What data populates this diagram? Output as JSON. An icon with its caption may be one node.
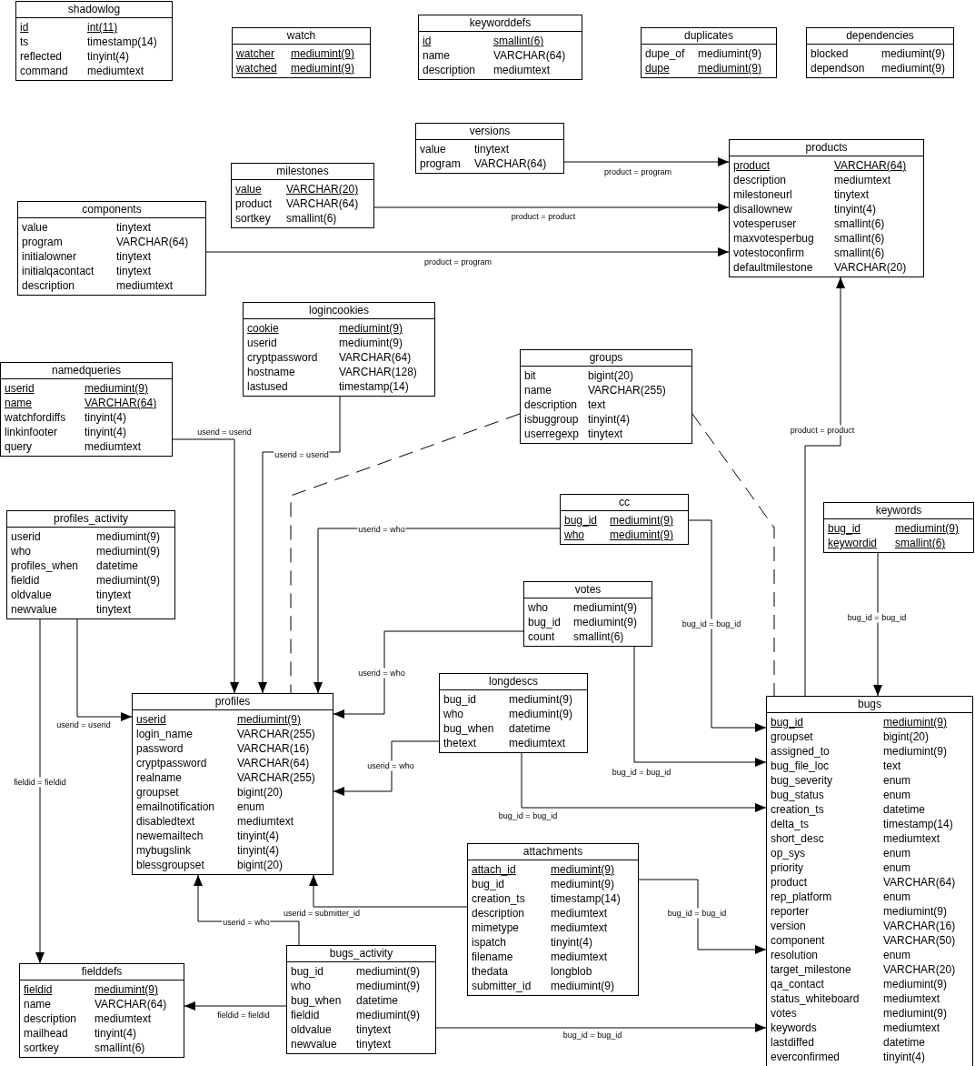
{
  "diagram": {
    "nodes": [
      {
        "text": [
          "shadowlog",
          "id",
          "int(11)",
          "ts",
          "timestamp(14)",
          "reflected",
          "tinyint(4)",
          "command",
          "mediumtext"
        ]
      },
      {
        "text": [
          "watch",
          "watcher",
          "mediumint(9)",
          "watched",
          "mediumint(9)"
        ]
      },
      {
        "text": [
          "keyworddefs",
          "id",
          "smallint(6)",
          "name",
          "VARCHAR(64)",
          "description",
          "mediumtext"
        ]
      },
      {
        "text": [
          "duplicates",
          "dupe_of",
          "mediumint(9)",
          "dupe",
          "mediumint(9)"
        ]
      },
      {
        "text": [
          "dependencies",
          "blocked",
          "mediumint(9)",
          "dependson",
          "mediumint(9)"
        ]
      },
      {
        "text": [
          "versions",
          "value",
          "tinytext",
          "program",
          "VARCHAR(64)"
        ]
      },
      {
        "text": [
          "products",
          "product",
          "VARCHAR(64)",
          "description",
          "mediumtext",
          "milestoneurl",
          "tinytext",
          "disallownew",
          "tinyint(4)",
          "votesperuser",
          "smallint(6)",
          "maxvotesperbug",
          "smallint(6)",
          "votestoconfirm",
          "smallint(6)",
          "defaultmilestone",
          "VARCHAR(20)"
        ]
      },
      {
        "text": [
          "milestones",
          "value",
          "VARCHAR(20)",
          "product",
          "VARCHAR(64)",
          "sortkey",
          "smallint(6)"
        ]
      },
      {
        "text": [
          "components",
          "value",
          "tinytext",
          "program",
          "VARCHAR(64)",
          "initialowner",
          "tinytext",
          "initialqacontact",
          "tinytext",
          "description",
          "mediumtext"
        ]
      },
      {
        "text": [
          "logincookies",
          "cookie",
          "mediumint(9)",
          "userid",
          "mediumint(9)",
          "cryptpassword",
          "VARCHAR(64)",
          "hostname",
          "VARCHAR(128)",
          "lastused",
          "timestamp(14)"
        ]
      },
      {
        "text": [
          "namedqueries",
          "userid",
          "mediumint(9)",
          "name",
          "VARCHAR(64)",
          "watchfordiffs",
          "tinyint(4)",
          "linkinfooter",
          "tinyint(4)",
          "query",
          "mediumtext"
        ]
      },
      {
        "text": [
          "groups",
          "bit",
          "bigint(20)",
          "name",
          "VARCHAR(255)",
          "description",
          "text",
          "isbuggroup",
          "tinyint(4)",
          "userregexp",
          "tinytext"
        ]
      },
      {
        "text": [
          "cc",
          "bug_id",
          "mediumint(9)",
          "who",
          "mediumint(9)"
        ]
      },
      {
        "text": [
          "profiles_activity",
          "userid",
          "mediumint(9)",
          "who",
          "mediumint(9)",
          "profiles_when",
          "datetime",
          "fieldid",
          "mediumint(9)",
          "oldvalue",
          "tinytext",
          "newvalue",
          "tinytext"
        ]
      },
      {
        "text": [
          "keywords",
          "bug_id",
          "mediumint(9)",
          "keywordid",
          "smallint(6)"
        ]
      },
      {
        "text": [
          "votes",
          "who",
          "mediumint(9)",
          "bug_id",
          "mediumint(9)",
          "count",
          "smallint(6)"
        ]
      },
      {
        "text": [
          "longdescs",
          "bug_id",
          "mediumint(9)",
          "who",
          "mediumint(9)",
          "bug_when",
          "datetime",
          "thetext",
          "mediumtext"
        ]
      },
      {
        "text": [
          "profiles",
          "userid",
          "mediumint(9)",
          "login_name",
          "VARCHAR(255)",
          "password",
          "VARCHAR(16)",
          "cryptpassword",
          "VARCHAR(64)",
          "realname",
          "VARCHAR(255)",
          "groupset",
          "bigint(20)",
          "emailnotification",
          "enum",
          "disabledtext",
          "mediumtext",
          "newemailtech",
          "tinyint(4)",
          "mybugslink",
          "tinyint(4)",
          "blessgroupset",
          "bigint(20)"
        ]
      },
      {
        "text": [
          "bugs",
          "bug_id",
          "mediumint(9)",
          "groupset",
          "bigint(20)",
          "assigned_to",
          "mediumint(9)",
          "bug_file_loc",
          "text",
          "bug_severity",
          "enum",
          "bug_status",
          "enum",
          "creation_ts",
          "datetime",
          "delta_ts",
          "timestamp(14)",
          "short_desc",
          "mediumtext",
          "op_sys",
          "enum",
          "priority",
          "enum",
          "product",
          "VARCHAR(64)",
          "rep_platform",
          "enum",
          "reporter",
          "mediumint(9)",
          "version",
          "VARCHAR(16)",
          "component",
          "VARCHAR(50)",
          "resolution",
          "enum",
          "target_milestone",
          "VARCHAR(20)",
          "qa_contact",
          "mediumint(9)",
          "status_whiteboard",
          "mediumtext",
          "votes",
          "mediumint(9)",
          "keywords",
          "mediumtext",
          "lastdiffed",
          "datetime",
          "everconfirmed",
          "tinyint(4)"
        ]
      },
      {
        "text": [
          "attachments",
          "attach_id",
          "mediumint(9)",
          "bug_id",
          "mediumint(9)",
          "creation_ts",
          "timestamp(14)",
          "description",
          "mediumtext",
          "mimetype",
          "mediumtext",
          "ispatch",
          "tinyint(4)",
          "filename",
          "mediumtext",
          "thedata",
          "longblob",
          "submitter_id",
          "mediumint(9)"
        ]
      },
      {
        "text": [
          "bugs_activity",
          "bug_id",
          "mediumint(9)",
          "who",
          "mediumint(9)",
          "bug_when",
          "datetime",
          "fieldid",
          "mediumint(9)",
          "oldvalue",
          "tinytext",
          "newvalue",
          "tinytext"
        ]
      },
      {
        "text": [
          "fielddefs",
          "fieldid",
          "mediumint(9)",
          "name",
          "VARCHAR(64)",
          "description",
          "mediumtext",
          "mailhead",
          "tinyint(4)",
          "sortkey",
          "smallint(6)"
        ]
      }
    ],
    "edges": [
      {
        "from": 5,
        "to": 6,
        "arrow": "to",
        "label": "product = program"
      },
      {
        "from": 7,
        "to": 6,
        "arrow": "to",
        "label": "product = product"
      },
      {
        "from": 8,
        "to": 6,
        "arrow": "to",
        "label": "product = program"
      },
      {
        "from": 18,
        "to": 6,
        "arrow": "to",
        "label": "product = product"
      },
      {
        "from": 10,
        "to": 17,
        "arrow": "to",
        "label": "userid = userid"
      },
      {
        "from": 9,
        "to": 17,
        "arrow": "to",
        "label": "userid = userid"
      },
      {
        "from": 12,
        "to": 17,
        "arrow": "to",
        "label": "userid = who"
      },
      {
        "from": 15,
        "to": 17,
        "arrow": "to",
        "label": "userid = who"
      },
      {
        "from": 16,
        "to": 17,
        "arrow": "to",
        "label": "userid = who"
      },
      {
        "from": 13,
        "to": 17,
        "arrow": "to",
        "label": "userid = userid"
      },
      {
        "from": 13,
        "to": 21,
        "arrow": "to",
        "label": "fieldid = fieldid"
      },
      {
        "from": 12,
        "to": 18,
        "arrow": "to",
        "label": "bug_id = bug_id"
      },
      {
        "from": 15,
        "to": 18,
        "arrow": "to",
        "label": "bug_id = bug_id"
      },
      {
        "from": 16,
        "to": 18,
        "arrow": "to",
        "label": "bug_id = bug_id"
      },
      {
        "from": 14,
        "to": 18,
        "arrow": "to",
        "label": "bug_id = bug_id"
      },
      {
        "from": 19,
        "to": 17,
        "arrow": "to",
        "label": "userid = submitter_id"
      },
      {
        "from": 19,
        "to": 18,
        "arrow": "to",
        "label": "bug_id = bug_id"
      },
      {
        "from": 20,
        "to": 17,
        "arrow": "to",
        "label": "userid = who"
      },
      {
        "from": 20,
        "to": 21,
        "arrow": "to",
        "label": "fieldid = fieldid"
      },
      {
        "from": 20,
        "to": 18,
        "arrow": "to",
        "label": "bug_id = bug_id"
      },
      {
        "from": 11,
        "to": 17,
        "arrow": "none",
        "style": "dashed"
      },
      {
        "from": 11,
        "to": 18,
        "arrow": "none",
        "style": "dashed"
      }
    ]
  }
}
